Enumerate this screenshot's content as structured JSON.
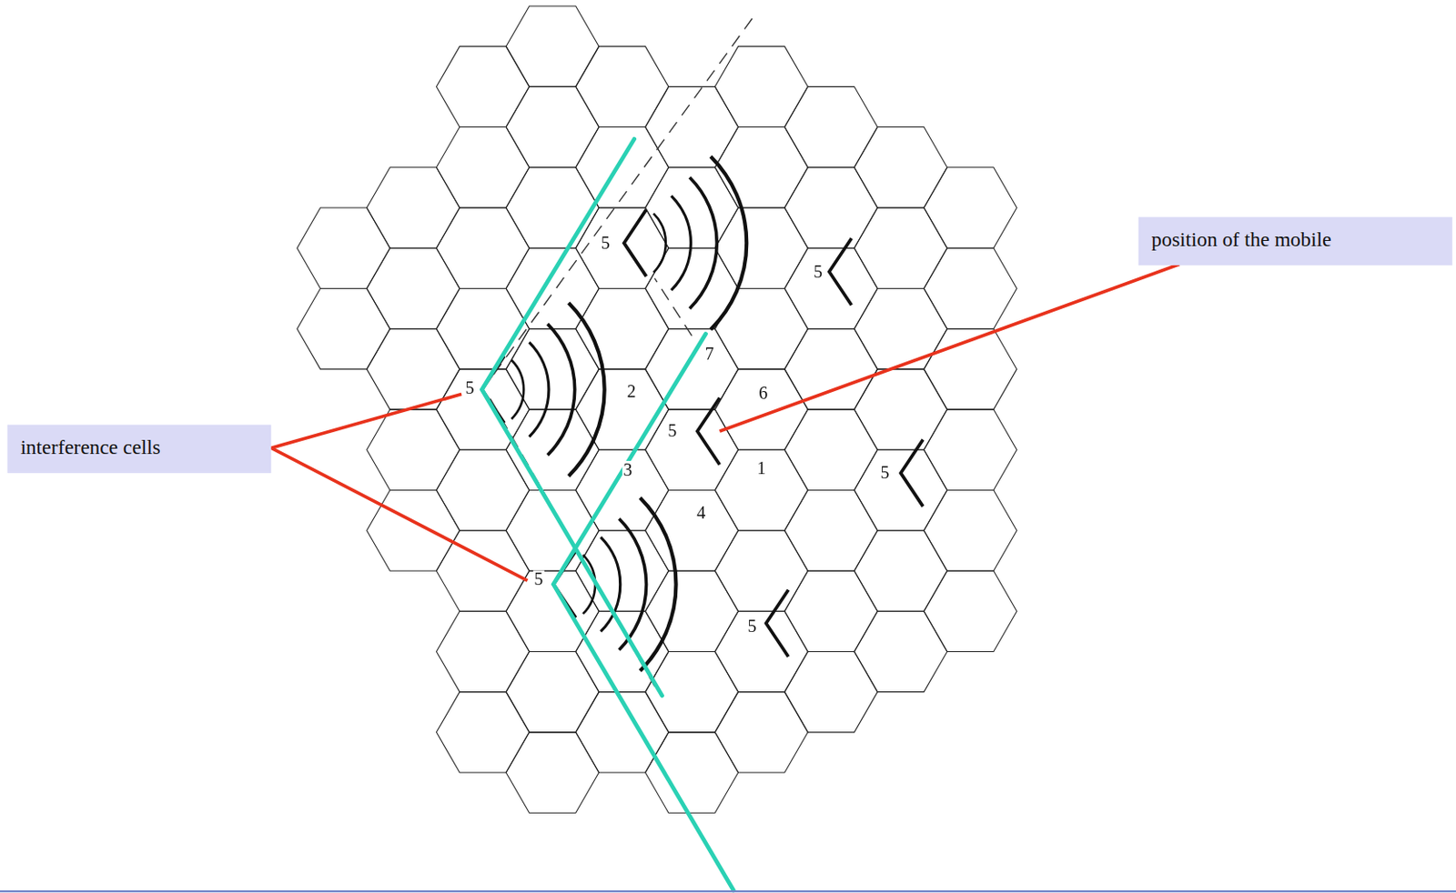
{
  "diagram": {
    "nodes": [
      {
        "text": [
          "interference cells"
        ]
      },
      {
        "text": [
          "position of the mobile"
        ]
      }
    ],
    "labels": [
      "5",
      "5",
      "7",
      "5",
      "2",
      "6",
      "5",
      "3",
      "1",
      "5",
      "4",
      "5",
      "5"
    ]
  }
}
